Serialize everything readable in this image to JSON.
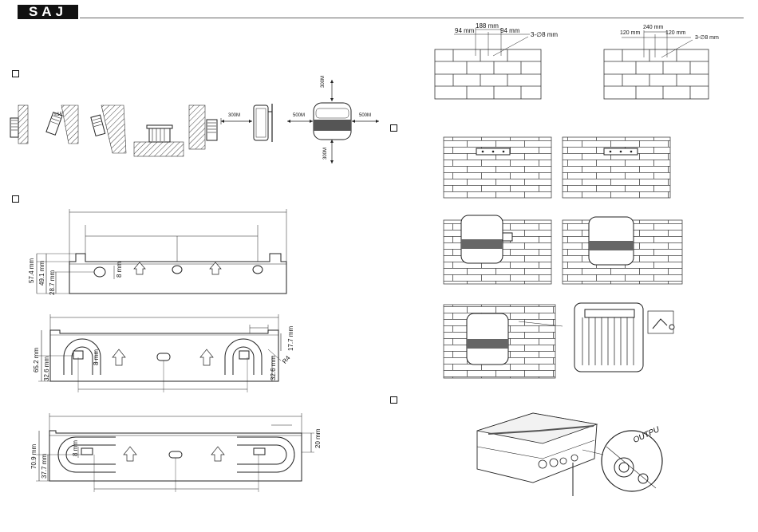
{
  "header": {
    "logo_text": "SAJ"
  },
  "clearance": {
    "labels": {
      "top": "300M",
      "bottom": "300M",
      "left": "500M",
      "right": "500M",
      "side": "300M"
    }
  },
  "bracket_dims": {
    "side": {
      "h1": "57.4 mm",
      "h2": "49.1 mm",
      "h3": "28.7 mm",
      "h4": "8 mm"
    },
    "front": {
      "h1": "65.2 mm",
      "h2": "32.6 mm",
      "slot": "8 mm",
      "right1": "17.7 mm",
      "right2": "32.6 mm",
      "radius": "R4"
    },
    "bottom": {
      "h1": "70.9 mm",
      "h2": "37.7 mm",
      "slot": "8 mm",
      "right": "20 mm"
    }
  },
  "drill_patterns": {
    "left": {
      "left": "94 mm",
      "center": "188 mm",
      "right": "94 mm",
      "holes": "3-∅8 mm"
    },
    "right": {
      "left": "120 mm",
      "center": "240 mm",
      "right": "120 mm",
      "holes": "3-∅8 mm"
    }
  },
  "callouts": {
    "output": "OUTPU"
  }
}
